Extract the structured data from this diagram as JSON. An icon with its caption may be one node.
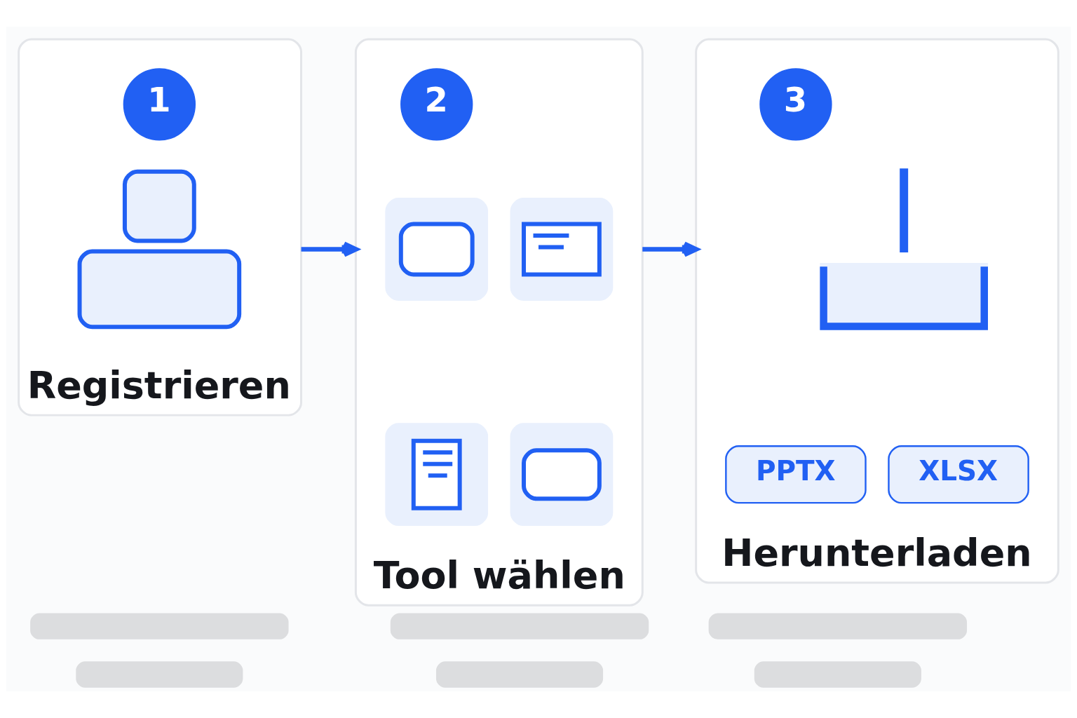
{
  "diagram": {
    "nodes": [
      {
        "text": [
          "Registrieren"
        ]
      },
      {
        "text": [
          "1"
        ],
        "in": 0
      },
      {
        "text": [],
        "shape": "person",
        "in": 0
      },
      {
        "text": [
          "Tool wählen"
        ]
      },
      {
        "text": [
          "2"
        ],
        "in": 3
      },
      {
        "text": [],
        "shape": "box",
        "in": 3
      },
      {
        "text": [],
        "shape": "box",
        "in": 3
      },
      {
        "text": [],
        "shape": "box",
        "in": 3
      },
      {
        "text": [],
        "shape": "box",
        "in": 3
      },
      {
        "text": [
          "Herunterladen"
        ]
      },
      {
        "text": [
          "3"
        ],
        "in": 9
      },
      {
        "text": [],
        "shape": "picture",
        "in": 9
      },
      {
        "text": [
          "PPTX"
        ],
        "in": 9
      },
      {
        "text": [
          "XLSX"
        ],
        "in": 9
      },
      {
        "text": [],
        "shape": "bar"
      },
      {
        "text": [],
        "shape": "bar"
      },
      {
        "text": [],
        "shape": "bar"
      },
      {
        "text": [],
        "shape": "bar"
      },
      {
        "text": [],
        "shape": "bar"
      },
      {
        "text": [],
        "shape": "bar"
      }
    ],
    "edges": [
      {
        "from": 0,
        "to": 3,
        "arrow": "to"
      },
      {
        "from": 3,
        "to": 9,
        "arrow": "to"
      }
    ]
  }
}
